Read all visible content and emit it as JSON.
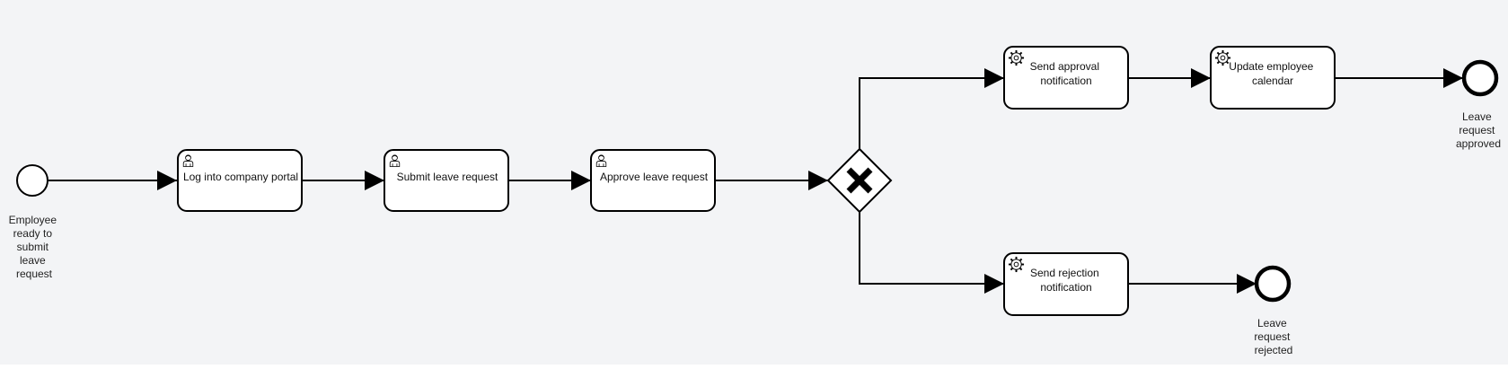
{
  "diagram": {
    "start_event": {
      "label_lines": [
        "Employee",
        "ready to",
        "submit",
        "leave",
        "request"
      ]
    },
    "tasks": {
      "log_into_portal": {
        "label_lines": [
          "Log into company portal"
        ],
        "icon": "user-icon"
      },
      "submit_request": {
        "label_lines": [
          "Submit leave request"
        ],
        "icon": "user-icon"
      },
      "approve_request": {
        "label_lines": [
          "Approve leave request"
        ],
        "icon": "user-icon"
      },
      "send_approval": {
        "label_lines": [
          "Send approval",
          "notification"
        ],
        "icon": "gear-icon"
      },
      "update_calendar": {
        "label_lines": [
          "Update employee",
          "calendar"
        ],
        "icon": "gear-icon"
      },
      "send_rejection": {
        "label_lines": [
          "Send rejection",
          "notification"
        ],
        "icon": "gear-icon"
      }
    },
    "gateway": {
      "type": "exclusive",
      "icon": "x-icon"
    },
    "end_events": {
      "approved": {
        "label_lines": [
          "Leave",
          "request",
          "approved"
        ]
      },
      "rejected": {
        "label_lines": [
          "Leave",
          "request",
          "rejected"
        ]
      }
    }
  }
}
